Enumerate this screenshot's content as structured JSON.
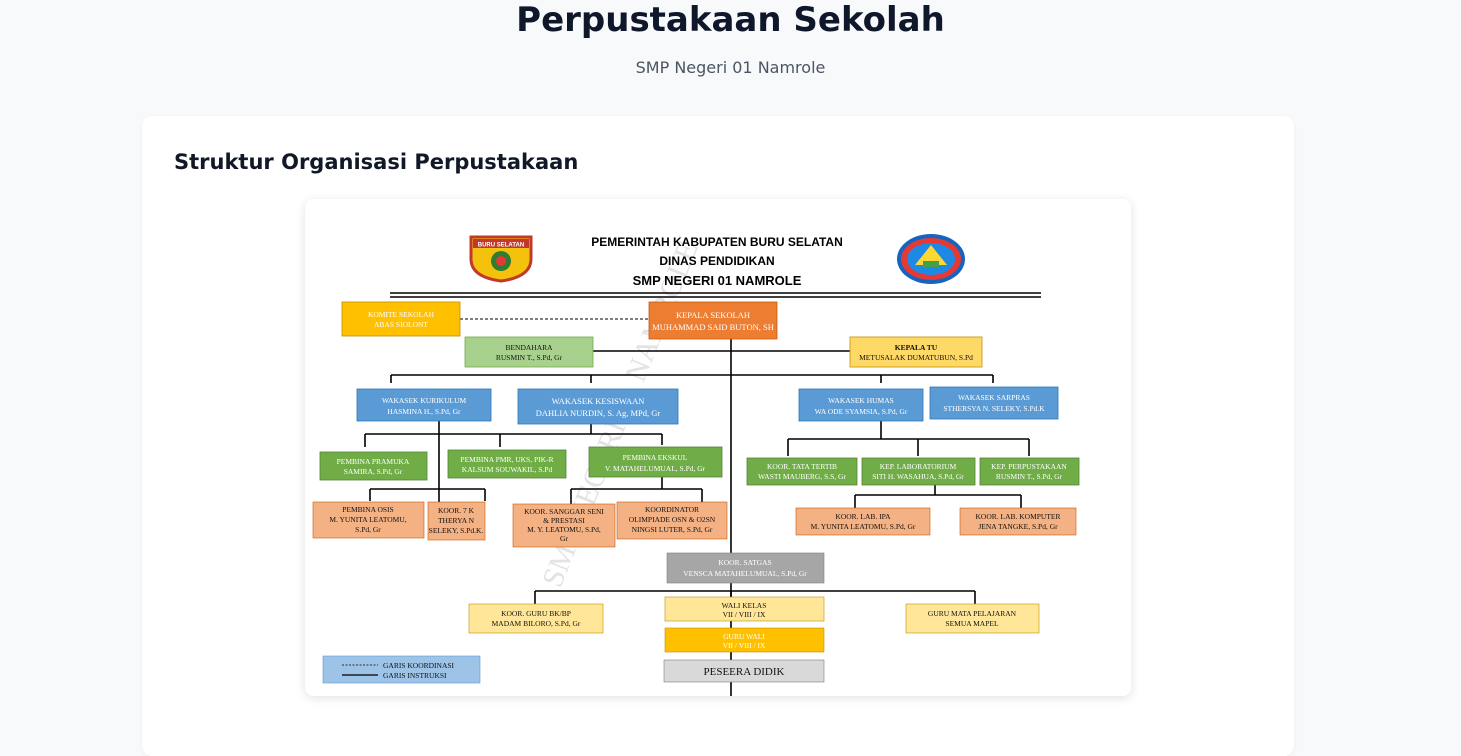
{
  "header": {
    "title": "Perpustakaan Sekolah",
    "subtitle": "SMP Negeri 01 Namrole"
  },
  "section": {
    "title": "Struktur Organisasi Perpustakaan"
  },
  "org_chart": {
    "letterhead": {
      "line1": "PEMERINTAH KABUPATEN BURU SELATAN",
      "line2": "DINAS PENDIDIKAN",
      "line3": "SMP NEGERI 01 NAMROLE",
      "left_logo_text": "BURU SELATAN"
    },
    "watermark": "SMP NEGERI 01 NAMROLE",
    "nodes": {
      "komite": {
        "role": "KOMITE SEKOLAH",
        "name": "ABAS SIOLONT"
      },
      "kepala": {
        "role": "KEPALA SEKOLAH",
        "name": "MUHAMMAD SAID BUTON, SH"
      },
      "bendahara": {
        "role": "BENDAHARA",
        "name": "RUSMIN T., S.Pd, Gr"
      },
      "kepala_tu": {
        "role": "KEPALA TU",
        "name": "METUSALAK DUMATUBUN, S.Pd"
      },
      "wk_kurikulum": {
        "role": "WAKASEK KURIKULUM",
        "name": "HASMINA H., S.Pd, Gr"
      },
      "wk_kesiswaan": {
        "role": "WAKASEK KESISWAAN",
        "name": "DAHLIA NURDIN, S. Ag, MPd, Gr"
      },
      "wk_humas": {
        "role": "WAKASEK HUMAS",
        "name": "WA ODE SYAMSIA, S.Pd, Gr"
      },
      "wk_sarpras": {
        "role": "WAKASEK SARPRAS",
        "name": "STHERSYA N. SELEKY, S.Pd.K"
      },
      "pembina_pramuka": {
        "role": "PEMBINA PRAMUKA",
        "name": "SAMIRA, S.Pd, Gr"
      },
      "pembina_pmr": {
        "role": "PEMBINA PMR, UKS, PIK-R",
        "name": "KALSUM SOUWAKIL, S.Pd"
      },
      "pembina_ekskul": {
        "role": "PEMBINA EKSKUL",
        "name": "V. MATAHELUMUAL, S.Pd, Gr"
      },
      "koor_tatib": {
        "role": "KOOR. TATA TERTIB",
        "name": "WASTI MAUBERG, S.S, Gr"
      },
      "kep_lab": {
        "role": "KEP. LABORATORIUM",
        "name": "SITI H. WASAHUA, S.Pd, Gr"
      },
      "kep_perpus": {
        "role": "KEP. PERPUSTAKAAN",
        "name": "RUSMIN T., S.Pd, Gr"
      },
      "pembina_osis": {
        "role": "PEMBINA OSIS",
        "name1": "M. YUNITA LEATOMU,",
        "name2": "S.Pd, Gr"
      },
      "koor_7k": {
        "role": "KOOR. 7 K",
        "name1": "THERYA N",
        "name2": "SELEKY, S.Pd.K."
      },
      "koor_sanggar": {
        "role": "KOOR. SANGGAR SENI",
        "role2": "& PRESTASI",
        "name1": "M. Y. LEATOMU, S.Pd,",
        "name2": "Gr"
      },
      "koor_olimpiade": {
        "role": "KOORDINATOR",
        "role2": "OLIMPIADE OSN & O2SN",
        "name": "NINGSI LUTER, S.Pd, Gr"
      },
      "koor_lab_ipa": {
        "role": "KOOR. LAB. IPA",
        "name": "M. YUNITA LEATOMU, S.Pd, Gr"
      },
      "koor_lab_komp": {
        "role": "KOOR. LAB. KOMPUTER",
        "name": "JENA TANGKE, S.Pd, Gr"
      },
      "koor_satgas": {
        "role": "KOOR. SATGAS",
        "name": "VENSCA MATAHELUMUAL, S.Pd, Gr"
      },
      "koor_bk": {
        "role": "KOOR. GURU BK/BP",
        "name": "MADAM BILORO, S.Pd, Gr"
      },
      "wali_kelas": {
        "role": "WALI KELAS",
        "name": "VII / VIII / IX"
      },
      "guru_mapel": {
        "role": "GURU MATA PELAJARAN",
        "name": "SEMUA MAPEL"
      },
      "guru_wali": {
        "role": "GURU WALI",
        "name": "VII / VIII / IX"
      },
      "peserta_didik": {
        "role": "PESEERA DIDIK"
      }
    },
    "legend": {
      "coordination": "GARIS KOORDINASI",
      "instruction": "GARIS INSTRUKSI"
    },
    "colors": {
      "orange": "#ed7d31",
      "yellow": "#ffc000",
      "light_yellow": "#ffd966",
      "pale_yellow": "#ffe699",
      "green": "#70ad47",
      "light_green": "#a9d18e",
      "blue": "#5b9bd5",
      "salmon": "#f4b183",
      "gray": "#a6a6a6",
      "light_gray": "#d9d9d9",
      "legend_blue": "#9dc3e6"
    }
  }
}
